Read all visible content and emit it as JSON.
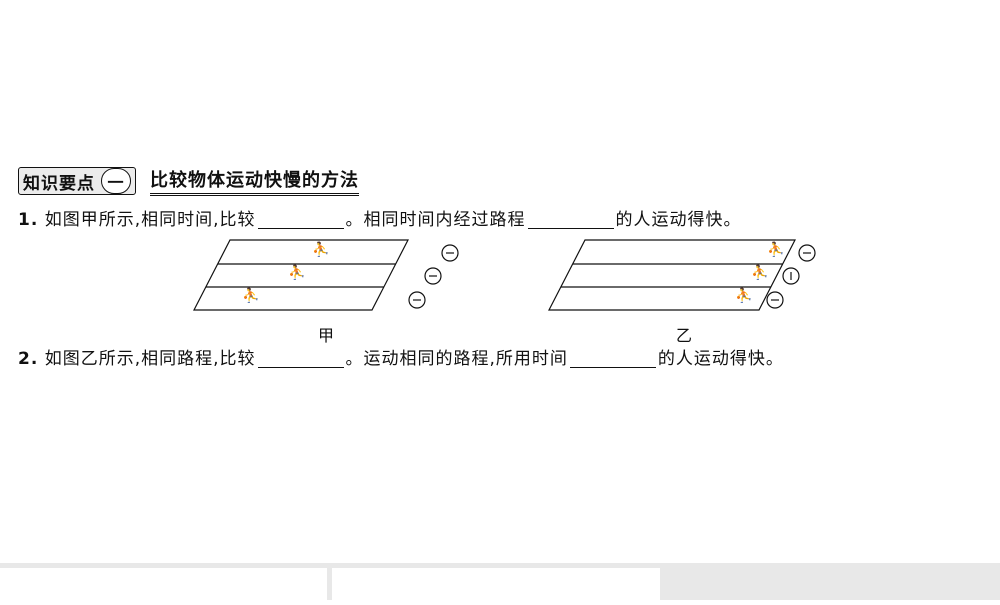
{
  "section": {
    "tag": "知识要点",
    "number": "一",
    "title": "比较物体运动快慢的方法"
  },
  "questions": [
    {
      "num": "1.",
      "part1": "如图甲所示,相同时间,比较",
      "part2": "。相同时间内经过路程",
      "part3": "的人运动得快。"
    },
    {
      "num": "2.",
      "part1": "如图乙所示,相同路程,比较",
      "part2": "。运动相同的路程,所用时间",
      "part3": "的人运动得快。"
    }
  ],
  "figures": {
    "a_caption": "甲",
    "b_caption": "乙"
  }
}
